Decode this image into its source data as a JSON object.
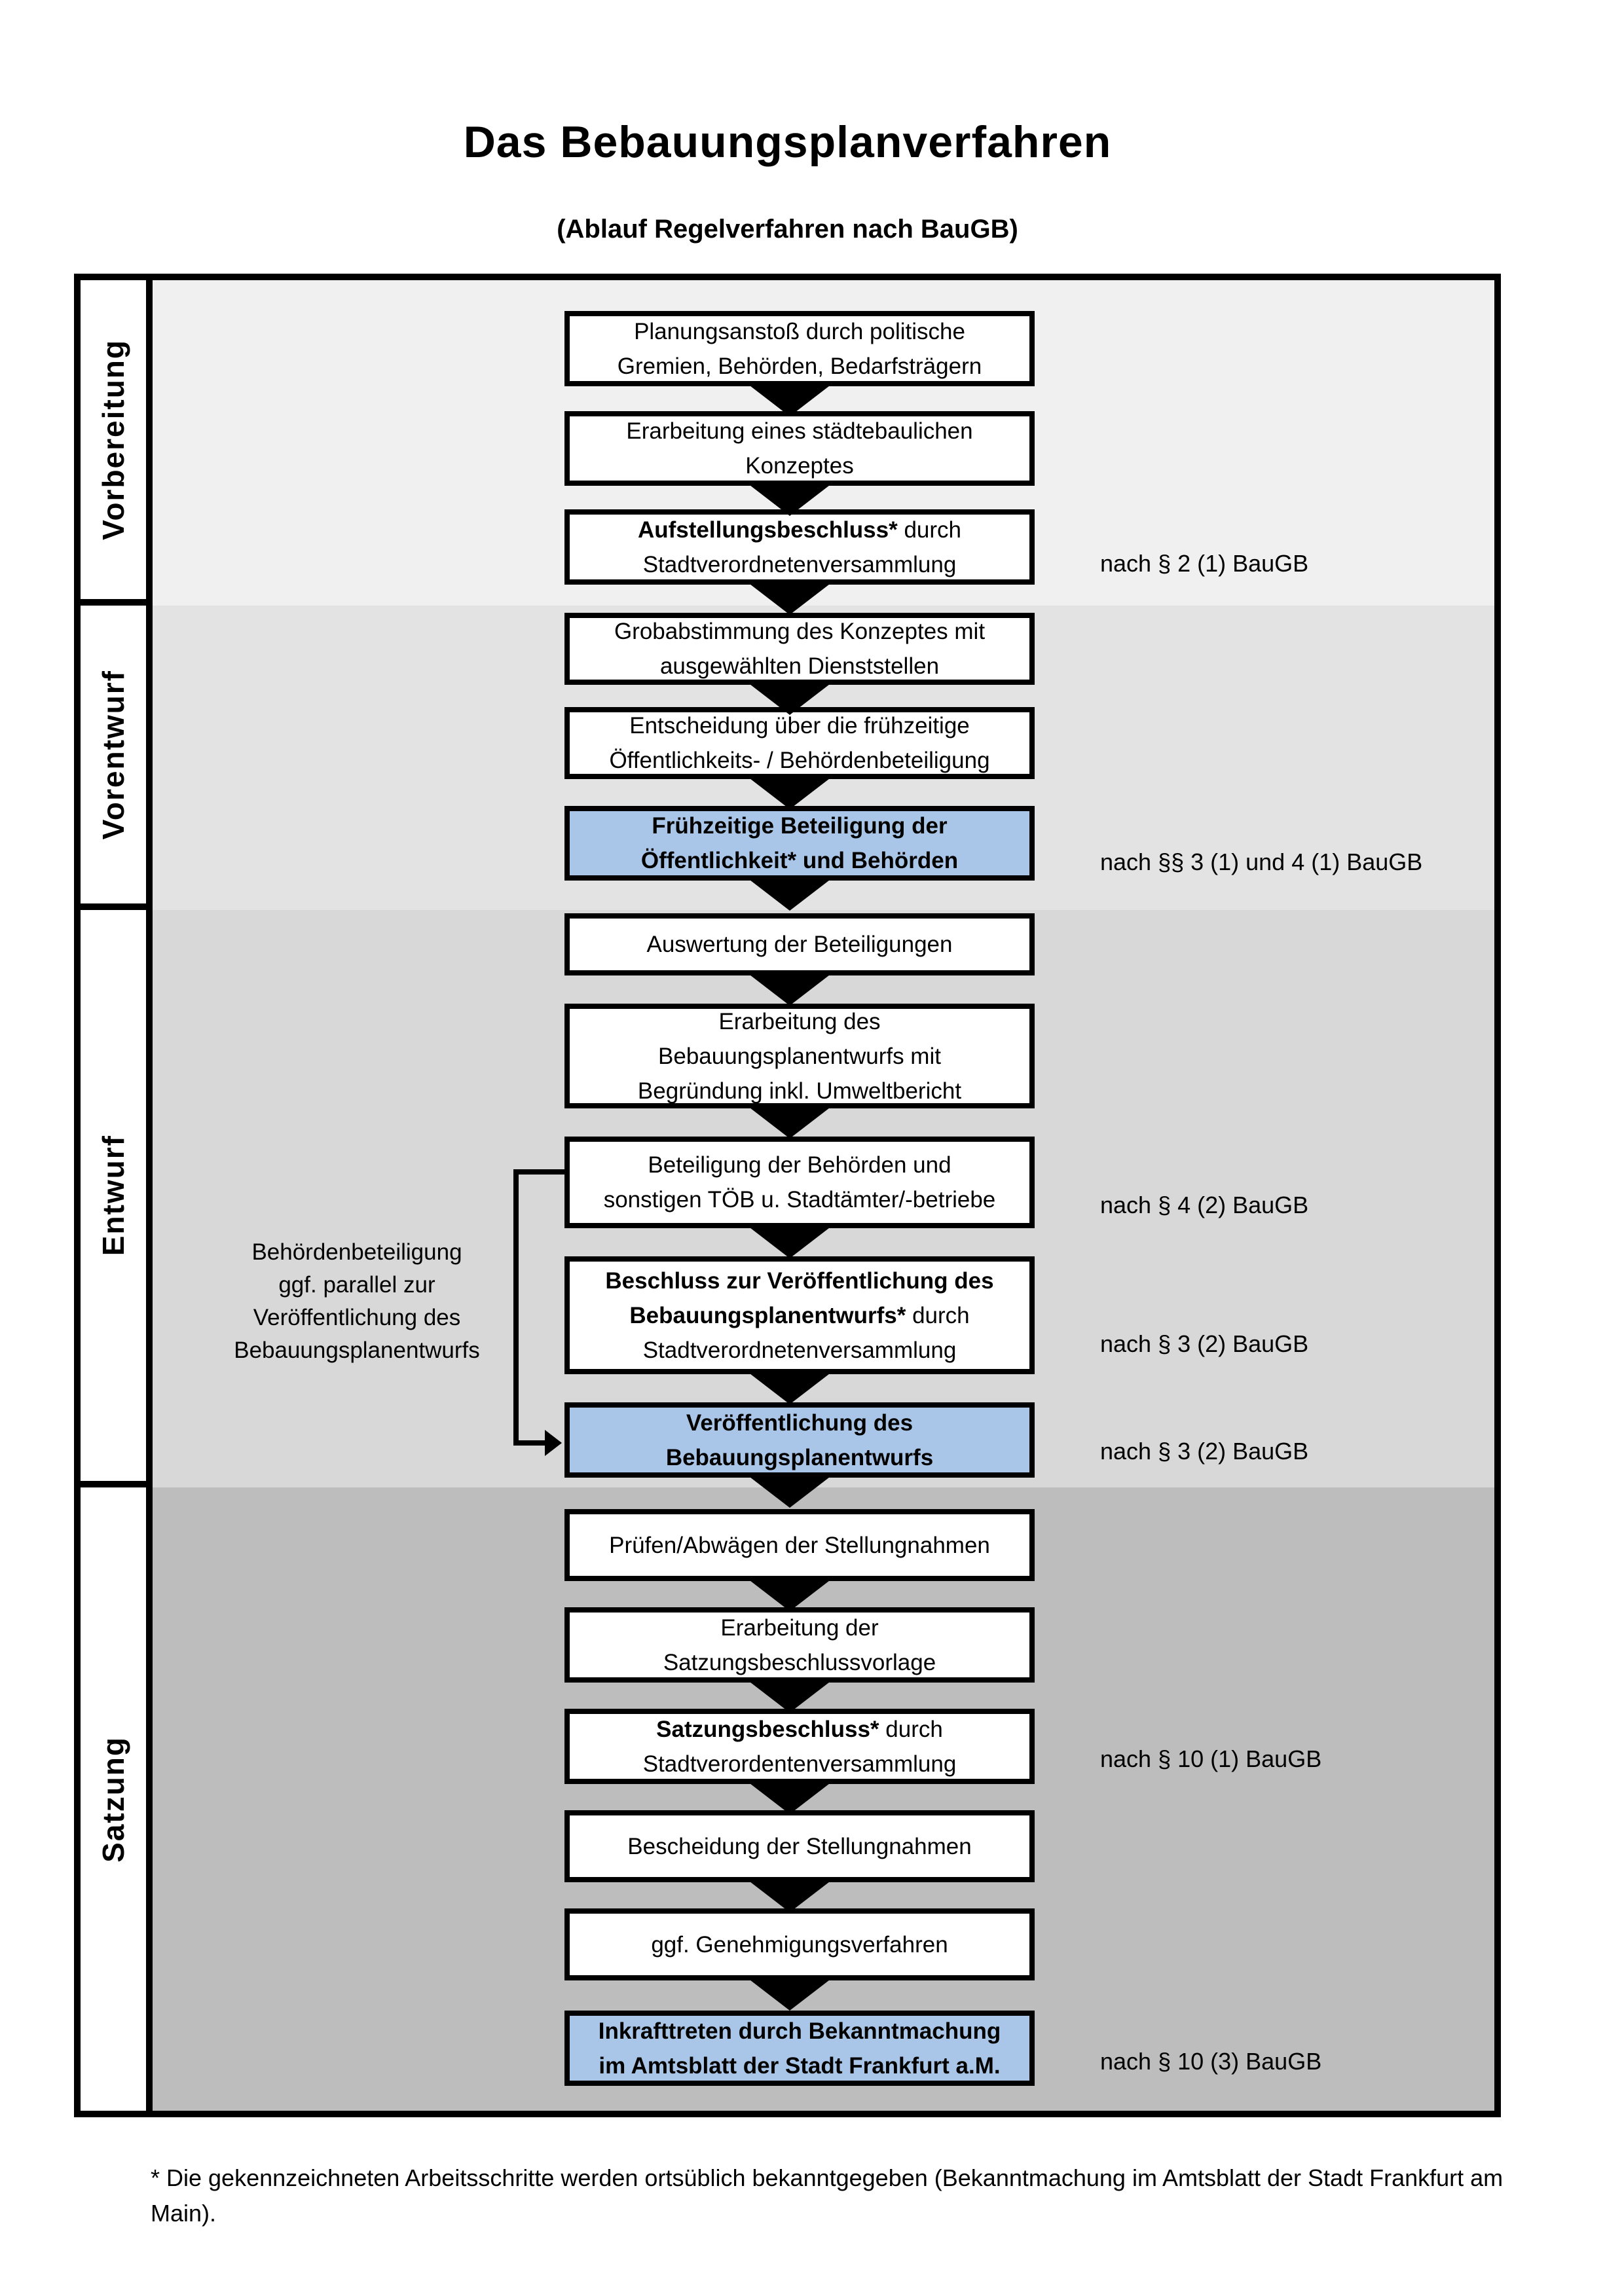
{
  "title": "Das Bebauungsplanverfahren",
  "subtitle": "(Ablauf Regelverfahren nach BauGB)",
  "colors": {
    "band_vorbereitung": "#f0f0f0",
    "band_vorentwurf": "#e3e3e3",
    "band_entwurf": "#d8d8d8",
    "band_satzung": "#bdbdbd",
    "highlight_blue": "#a9c6e8",
    "line_black": "#000000"
  },
  "phases": [
    {
      "label": "Vorbereitung"
    },
    {
      "label": "Vorentwurf"
    },
    {
      "label": "Entwurf"
    },
    {
      "label": "Satzung"
    }
  ],
  "boxes": {
    "b1": {
      "lines": [
        [
          {
            "t": "Planungsanstoß durch politische"
          }
        ],
        [
          {
            "t": "Gremien, Behörden, Bedarfsträgern"
          }
        ]
      ]
    },
    "b2": {
      "lines": [
        [
          {
            "t": "Erarbeitung eines städtebaulichen"
          }
        ],
        [
          {
            "t": "Konzeptes"
          }
        ]
      ]
    },
    "b3": {
      "lines": [
        [
          {
            "t": "Aufstellungsbeschluss*",
            "b": true
          },
          {
            "t": " durch"
          }
        ],
        [
          {
            "t": "Stadtverordnetenversammlung"
          }
        ]
      ]
    },
    "b4": {
      "lines": [
        [
          {
            "t": "Grobabstimmung des Konzeptes mit"
          }
        ],
        [
          {
            "t": "ausgewählten Dienststellen"
          }
        ]
      ]
    },
    "b5": {
      "lines": [
        [
          {
            "t": "Entscheidung über die frühzeitige"
          }
        ],
        [
          {
            "t": "Öffentlichkeits- / Behördenbeteiligung"
          }
        ]
      ]
    },
    "b6": {
      "lines": [
        [
          {
            "t": "Frühzeitige Beteiligung der",
            "b": true
          }
        ],
        [
          {
            "t": "Öffentlichkeit* und Behörden",
            "b": true
          }
        ]
      ]
    },
    "b7": {
      "lines": [
        [
          {
            "t": "Auswertung der Beteiligungen"
          }
        ]
      ]
    },
    "b8": {
      "lines": [
        [
          {
            "t": "Erarbeitung des"
          }
        ],
        [
          {
            "t": "Bebauungsplanentwurfs mit"
          }
        ],
        [
          {
            "t": "Begründung inkl. Umweltbericht"
          }
        ]
      ]
    },
    "b9": {
      "lines": [
        [
          {
            "t": "Beteiligung der Behörden und"
          }
        ],
        [
          {
            "t": "sonstigen TÖB u. Stadtämter/-betriebe"
          }
        ]
      ]
    },
    "b10": {
      "lines": [
        [
          {
            "t": "Beschluss zur Veröffentlichung des",
            "b": true
          }
        ],
        [
          {
            "t": "Bebauungsplanentwurfs*",
            "b": true
          },
          {
            "t": " durch"
          }
        ],
        [
          {
            "t": "Stadtverordnetenversammlung"
          }
        ]
      ]
    },
    "b11": {
      "lines": [
        [
          {
            "t": "Veröffentlichung des",
            "b": true
          }
        ],
        [
          {
            "t": "Bebauungsplanentwurfs",
            "b": true
          }
        ]
      ]
    },
    "b12": {
      "lines": [
        [
          {
            "t": "Prüfen/Abwägen der Stellungnahmen"
          }
        ]
      ]
    },
    "b13": {
      "lines": [
        [
          {
            "t": "Erarbeitung der"
          }
        ],
        [
          {
            "t": "Satzungsbeschlussvorlage"
          }
        ]
      ]
    },
    "b14": {
      "lines": [
        [
          {
            "t": "Satzungsbeschluss*",
            "b": true
          },
          {
            "t": " durch"
          }
        ],
        [
          {
            "t": "Stadtverordentenversammlung"
          }
        ]
      ]
    },
    "b15": {
      "lines": [
        [
          {
            "t": "Bescheidung der Stellungnahmen"
          }
        ]
      ]
    },
    "b16": {
      "lines": [
        [
          {
            "t": "ggf. Genehmigungsverfahren"
          }
        ]
      ]
    },
    "b17": {
      "lines": [
        [
          {
            "t": "Inkrafttreten",
            "b": true
          },
          {
            "t": " durch Bekanntmachung"
          }
        ],
        [
          {
            "t": "im Amtsblatt der Stadt Frankfurt a.M."
          }
        ]
      ]
    }
  },
  "side_labels": {
    "s1": "nach § 2 (1) BauGB",
    "s2": "nach §§ 3 (1) und 4 (1) BauGB",
    "s3": "nach § 4 (2) BauGB",
    "s4": "nach § 3 (2) BauGB",
    "s5": "nach § 3 (2) BauGB",
    "s6": "nach § 10 (1) BauGB",
    "s7": "nach § 10 (3) BauGB"
  },
  "annotation": {
    "lines": [
      [
        {
          "t": "Behördenbeteiligung"
        }
      ],
      [
        {
          "t": "ggf. parallel zur"
        }
      ],
      [
        {
          "t": "Veröffentlichung des"
        }
      ],
      [
        {
          "t": "Bebauungsplanentwurfs"
        }
      ]
    ]
  },
  "footnote": "* Die gekennzeichneten Arbeitsschritte werden ortsüblich bekanntgegeben (Bekanntmachung im Amtsblatt  der Stadt Frankfurt am Main)."
}
